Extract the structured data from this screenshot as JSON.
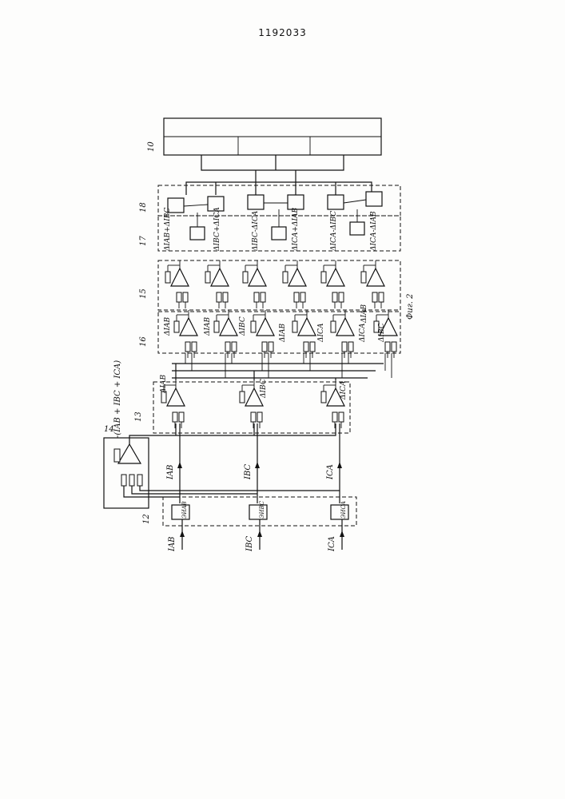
{
  "header": {
    "patent_number": "1192033"
  },
  "figure": {
    "caption": "Фиг. 2"
  },
  "blocks": {
    "b10": "10",
    "b12": "12",
    "b13": "13",
    "b14": "14",
    "b15": "15",
    "b16": "16",
    "b17": "17",
    "b18": "18"
  },
  "inputs": {
    "iab": "IAB",
    "ibc": "IBC",
    "ica": "ICA"
  },
  "measure_units": {
    "u1": "ЭИAB",
    "u2": "ЭИBC",
    "u3": "ЭИCA"
  },
  "signals": {
    "sum_expr": "-(IAB + IBC + ICA)",
    "d_iab": "ΔIAB",
    "d_ibc": "ΔIBC",
    "d_ica": "ΔICA"
  },
  "block16_labels": [
    "ΔIAB",
    "ΔIAB",
    "ΔIBC",
    "ΔIAB",
    "ΔICA",
    "ΔICA",
    "ΔIAB",
    "ΔIBC"
  ],
  "block17_labels": [
    "ΔIAB+ΔIBC",
    "ΔIBC+ΔICA",
    "ΔIBC-ΔICA",
    "ΔICA+ΔIAB",
    "ΔICA-ΔIBC",
    "ΔICA-ΔIAB"
  ]
}
